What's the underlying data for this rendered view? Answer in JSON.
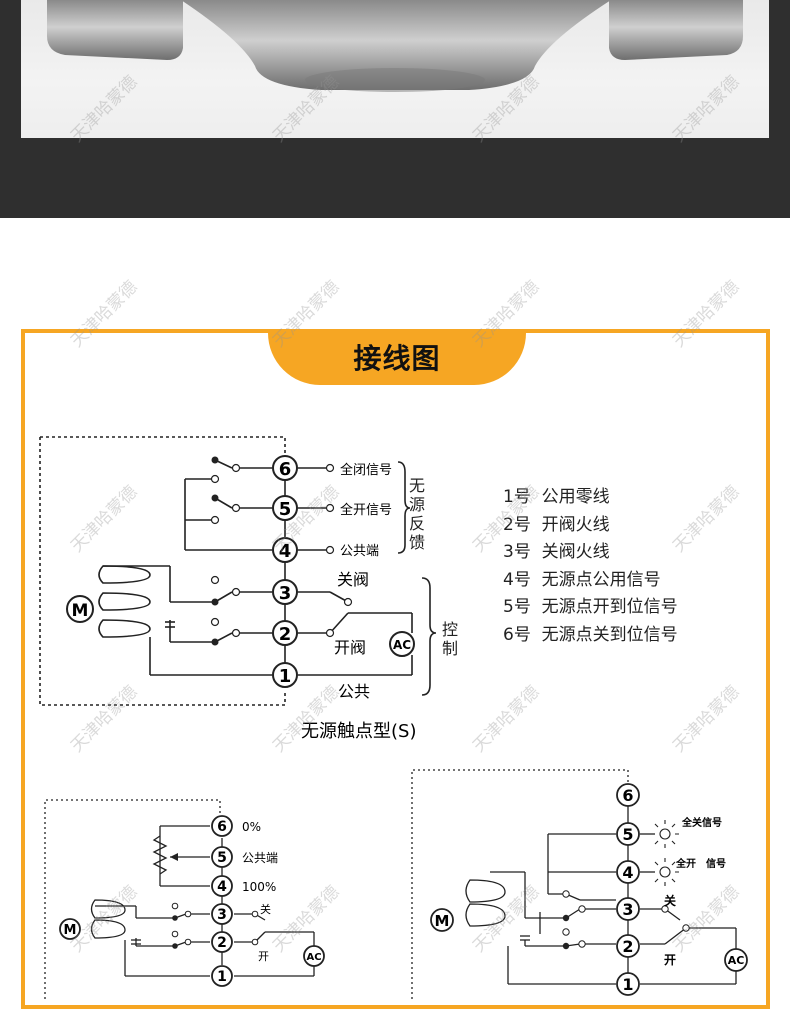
{
  "watermark": "天津哈蒙德",
  "colors": {
    "accent": "#f6a623",
    "dark_band": "#2f2f2f",
    "line": "#222222"
  },
  "section": {
    "title": "接线图"
  },
  "diagram1": {
    "caption": "无源触点型(S)",
    "motor": "M",
    "ac": "AC",
    "terminals": [
      "6",
      "5",
      "4",
      "3",
      "2",
      "1"
    ],
    "signals": {
      "t6": "全闭信号",
      "t5": "全开信号",
      "t4": "公共端"
    },
    "bracket_passive": "无源反馈",
    "label_close": "关阀",
    "label_open": "开阀",
    "label_common": "公共",
    "bracket_control": "控制"
  },
  "legend": [
    {
      "num": "1号",
      "text": "公用零线"
    },
    {
      "num": "2号",
      "text": "开阀火线"
    },
    {
      "num": "3号",
      "text": "关阀火线"
    },
    {
      "num": "4号",
      "text": "无源点公用信号"
    },
    {
      "num": "5号",
      "text": "无源点开到位信号"
    },
    {
      "num": "6号",
      "text": "无源点关到位信号"
    }
  ],
  "diagram2": {
    "motor": "M",
    "ac": "AC",
    "terminals": [
      "6",
      "5",
      "4",
      "3",
      "2",
      "1"
    ],
    "t6": "0%",
    "t5": "公共端",
    "t4": "100%",
    "close": "关",
    "open": "开"
  },
  "diagram3": {
    "motor": "M",
    "ac": "AC",
    "terminals": [
      "6",
      "5",
      "4",
      "3",
      "2",
      "1"
    ],
    "full_close": "全关信号",
    "full_open_a": "全开",
    "full_open_b": "信号",
    "close": "关",
    "open": "开"
  }
}
